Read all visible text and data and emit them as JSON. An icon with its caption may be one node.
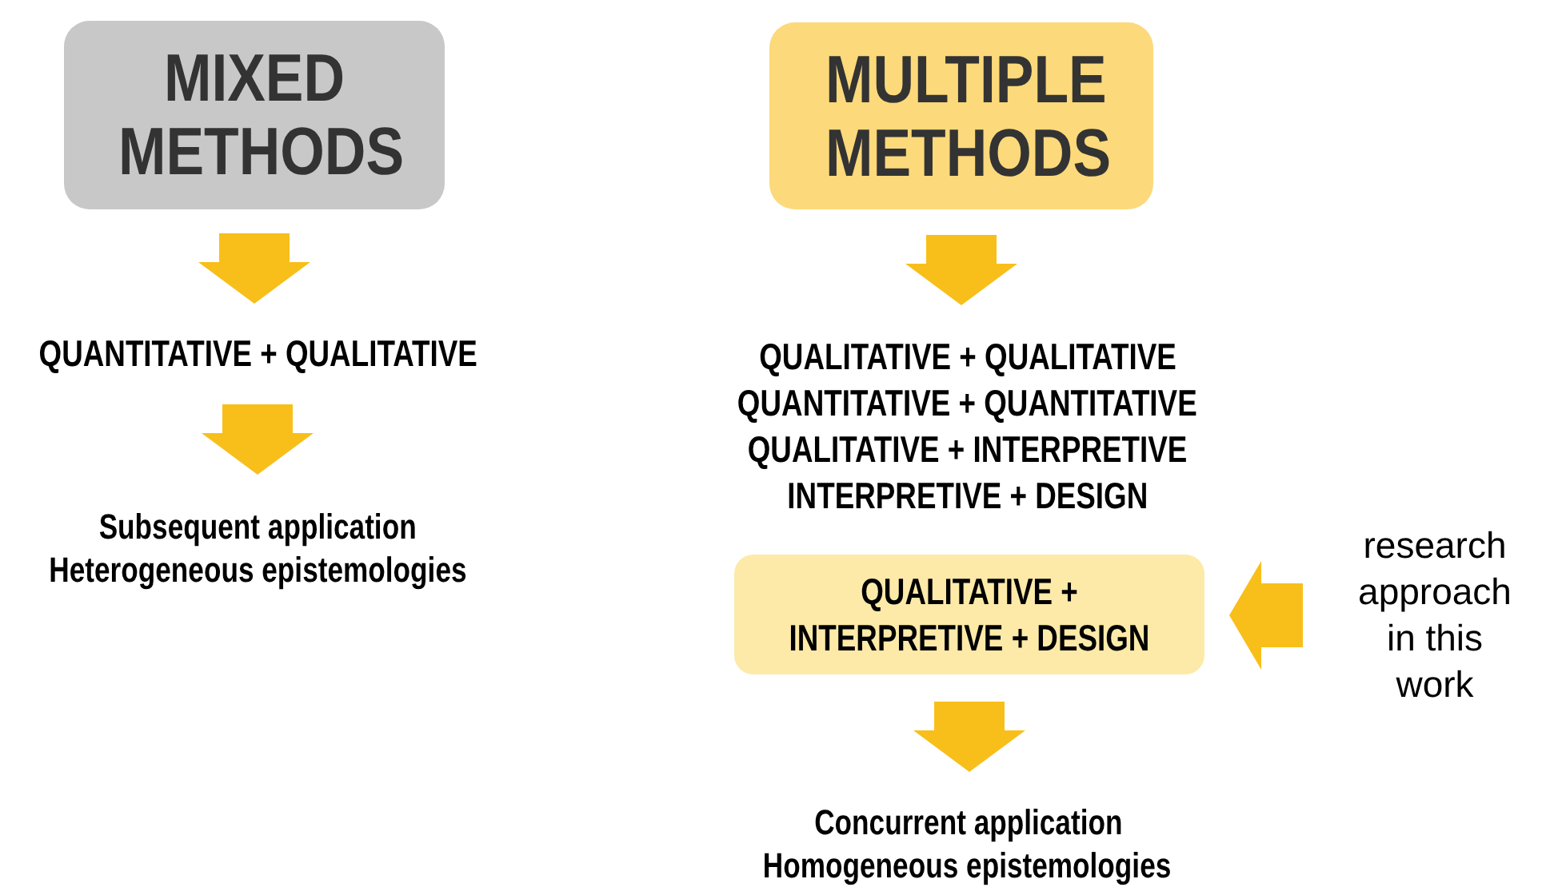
{
  "diagram": {
    "nodes": [
      {
        "text": [
          "MIXED METHODS"
        ]
      },
      {
        "text": [
          "QUANTITATIVE + QUALITATIVE"
        ]
      },
      {
        "text": [
          "Subsequent application",
          "Heterogeneous epistemologies"
        ]
      },
      {
        "text": [
          "MULTIPLE METHODS"
        ]
      },
      {
        "text": [
          "QUALITATIVE + QUALITATIVE",
          "QUANTITATIVE + QUANTITATIVE",
          "QUALITATIVE + INTERPRETIVE",
          "INTERPRETIVE + DESIGN"
        ]
      },
      {
        "text": [
          "QUALITATIVE + INTERPRETIVE + DESIGN"
        ]
      },
      {
        "text": [
          "research approach in this work"
        ]
      },
      {
        "text": [
          "Concurrent application",
          "Homogeneous epistemologies"
        ]
      }
    ],
    "edges": [
      {
        "from": 0,
        "to": 1,
        "arrow": "to"
      },
      {
        "from": 1,
        "to": 2,
        "arrow": "to"
      },
      {
        "from": 3,
        "to": 4,
        "arrow": "to"
      },
      {
        "from": 5,
        "to": 7,
        "arrow": "to"
      },
      {
        "from": 6,
        "to": 5,
        "arrow": "to"
      }
    ]
  }
}
